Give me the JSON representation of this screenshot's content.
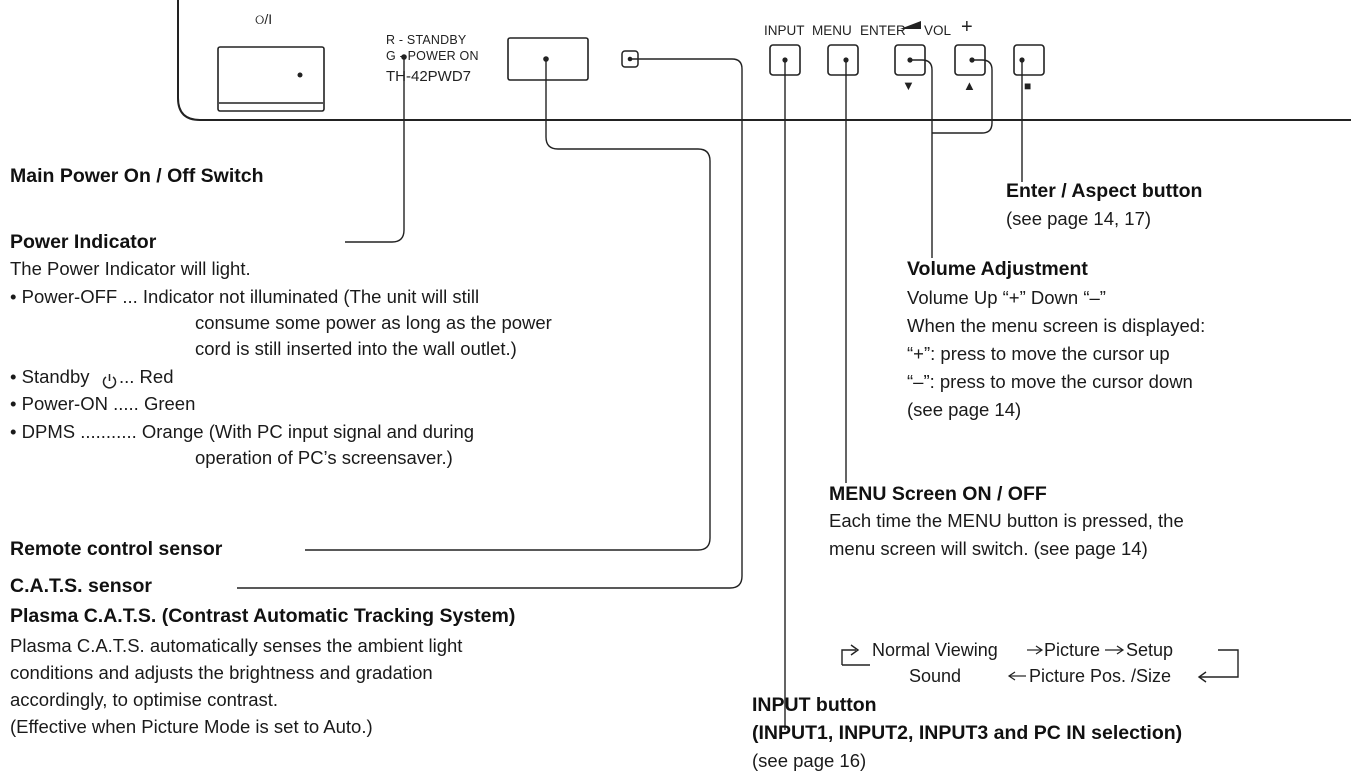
{
  "panel": {
    "power_symbol": "ଠ/I",
    "indicator_label_standby": "R - STANDBY",
    "indicator_label_power_on": "G - POWER ON",
    "model_name": "TH-42PWD7",
    "btn_input": "INPUT",
    "btn_menu": "MENU",
    "btn_enter": "ENTER",
    "btn_vol": "VOL",
    "vol_plus": "+",
    "arrow_down": "▼",
    "arrow_up": "▲",
    "square": "■"
  },
  "callouts": {
    "main_power": "Main Power On / Off Switch",
    "power_indicator": {
      "title": "Power Indicator",
      "intro": "The Power Indicator will light.",
      "off_a": "• Power-OFF ... Indicator not illuminated (The unit will still",
      "off_b": "consume some power as long as the power",
      "off_c": "cord is still inserted into the wall outlet.)",
      "standby_a": "• Standby",
      "standby_b": "... Red",
      "power_on": "• Power-ON ..... Green",
      "dpms_a": "• DPMS ........... Orange (With PC input signal and during",
      "dpms_b": "operation of PC’s screensaver.)"
    },
    "remote_sensor": "Remote control sensor",
    "cats": {
      "title": "C.A.T.S. sensor",
      "subtitle": "Plasma C.A.T.S. (Contrast Automatic Tracking System)",
      "l1": "Plasma C.A.T.S. automatically senses the ambient light",
      "l2": "conditions and adjusts the brightness and gradation",
      "l3": "accordingly, to optimise contrast.",
      "l4": "(Effective when Picture Mode is set to Auto.)"
    },
    "enter_aspect": {
      "title": "Enter / Aspect button",
      "ref": "(see page 14, 17)"
    },
    "volume": {
      "title": "Volume Adjustment",
      "l1": "Volume Up “+” Down “–”",
      "l2": "When the menu screen is displayed:",
      "l3": "“+”: press to move the cursor up",
      "l4": "“–”: press to move the cursor down",
      "l5": "(see page 14)"
    },
    "menu": {
      "title": "MENU Screen ON / OFF",
      "l1": "Each time the MENU button is pressed, the",
      "l2": "menu screen will switch. (see page 14)",
      "cycle": [
        "Normal Viewing",
        "Picture",
        "Setup",
        "Sound",
        "Picture Pos. /Size"
      ]
    },
    "input": {
      "title": "INPUT button",
      "subtitle": "(INPUT1, INPUT2, INPUT3 and PC IN selection)",
      "ref": "(see page 16)"
    }
  }
}
